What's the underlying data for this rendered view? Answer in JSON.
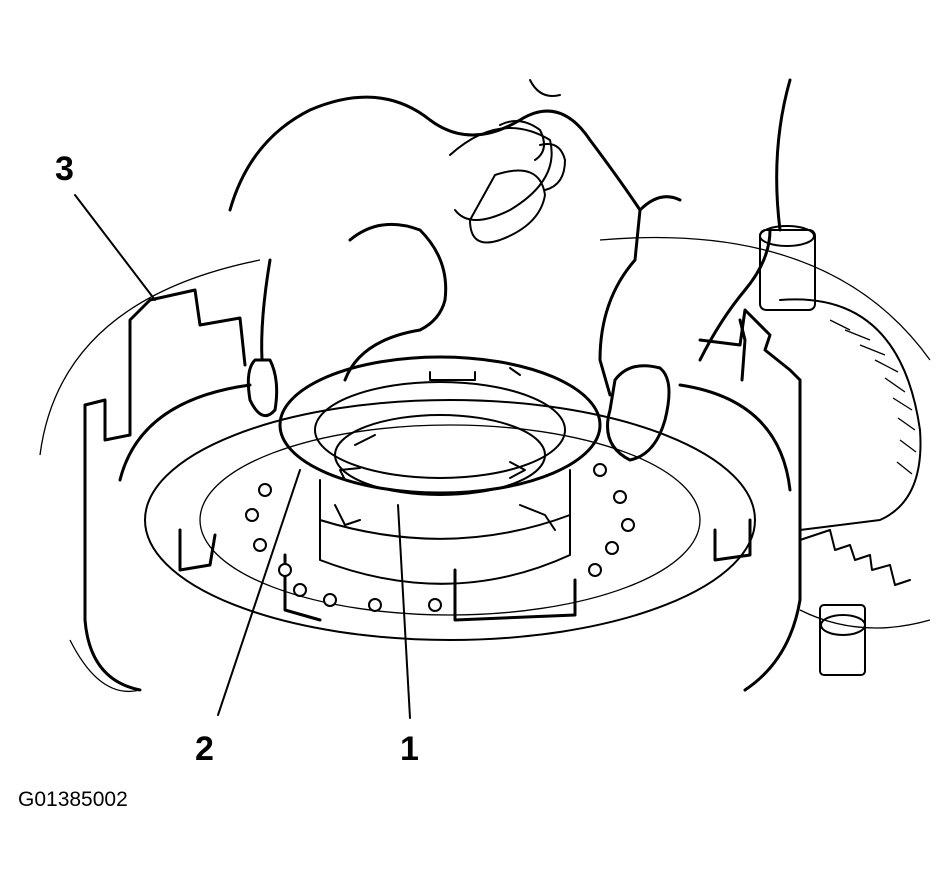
{
  "callouts": [
    {
      "id": "callout-1",
      "label": "1"
    },
    {
      "id": "callout-2",
      "label": "2"
    },
    {
      "id": "callout-3",
      "label": "3"
    }
  ],
  "figure_id": "G01385002"
}
